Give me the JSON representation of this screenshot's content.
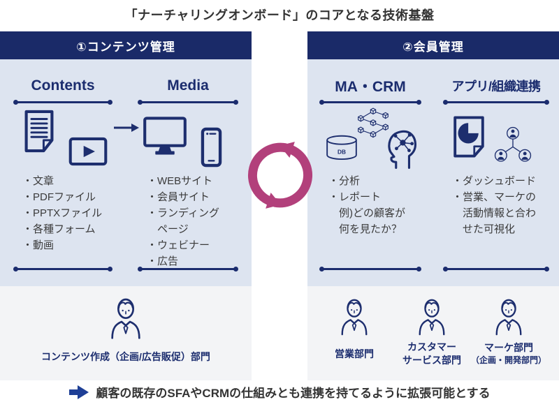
{
  "title": "「ナーチャリングオンボード」のコアとなる技術基盤",
  "colors": {
    "header_navy": "#1a2a68",
    "icon_navy": "#1d2e6e",
    "panel_blue": "#dde4f0",
    "footer_gray": "#f3f4f6",
    "sync_pink": "#b2407b",
    "note_arrow_blue": "#1e3f96",
    "body_text": "#3b3b3b"
  },
  "center_icon": "sync-cycle-icon",
  "panels": [
    {
      "header": "①コンテンツ管理",
      "columns": [
        {
          "heading": "Contents",
          "icons": [
            "document-icon",
            "video-player-icon"
          ],
          "items": [
            "・文章",
            "・PDFファイル",
            "・PPTXファイル",
            "・各種フォーム",
            "・動画"
          ]
        },
        {
          "heading": "Media",
          "icons": [
            "monitor-icon",
            "smartphone-icon"
          ],
          "items": [
            "・WEBサイト",
            "・会員サイト",
            "・ランディング",
            "ページ",
            "・ウェビナー",
            "・広告"
          ]
        }
      ],
      "flow_arrow": "right-arrow-icon",
      "teams": [
        {
          "icon": "businessperson-icon",
          "lines": [
            "コンテンツ作成（企画/広告販促）部門"
          ]
        }
      ]
    },
    {
      "header": "②会員管理",
      "columns": [
        {
          "heading": "MA・CRM",
          "icons": [
            "cubes-network-icon",
            "database-icon",
            "head-ai-icon"
          ],
          "items": [
            "・分析",
            "・レポート",
            "例)どの顧客が",
            "何を見たか？"
          ]
        },
        {
          "heading": "アプリ/組織連携",
          "icons": [
            "report-pie-icon",
            "org-network-icon"
          ],
          "items": [
            "・ダッシュボード",
            "・営業、マーケの",
            "活動情報と合わ",
            "せた可視化"
          ]
        }
      ],
      "teams": [
        {
          "icon": "businessperson-icon",
          "lines": [
            "営業部門"
          ]
        },
        {
          "icon": "businessperson-icon",
          "lines": [
            "カスタマー",
            "サービス部門"
          ]
        },
        {
          "icon": "businessperson-icon",
          "lines": [
            "マーケ部門",
            "（企画・開発部門）"
          ]
        }
      ]
    }
  ],
  "db_label": "DB",
  "note": {
    "icon": "bold-right-arrow-icon",
    "text": "顧客の既存のSFAやCRMの仕組みとも連携を持てるように拡張可能とする"
  }
}
